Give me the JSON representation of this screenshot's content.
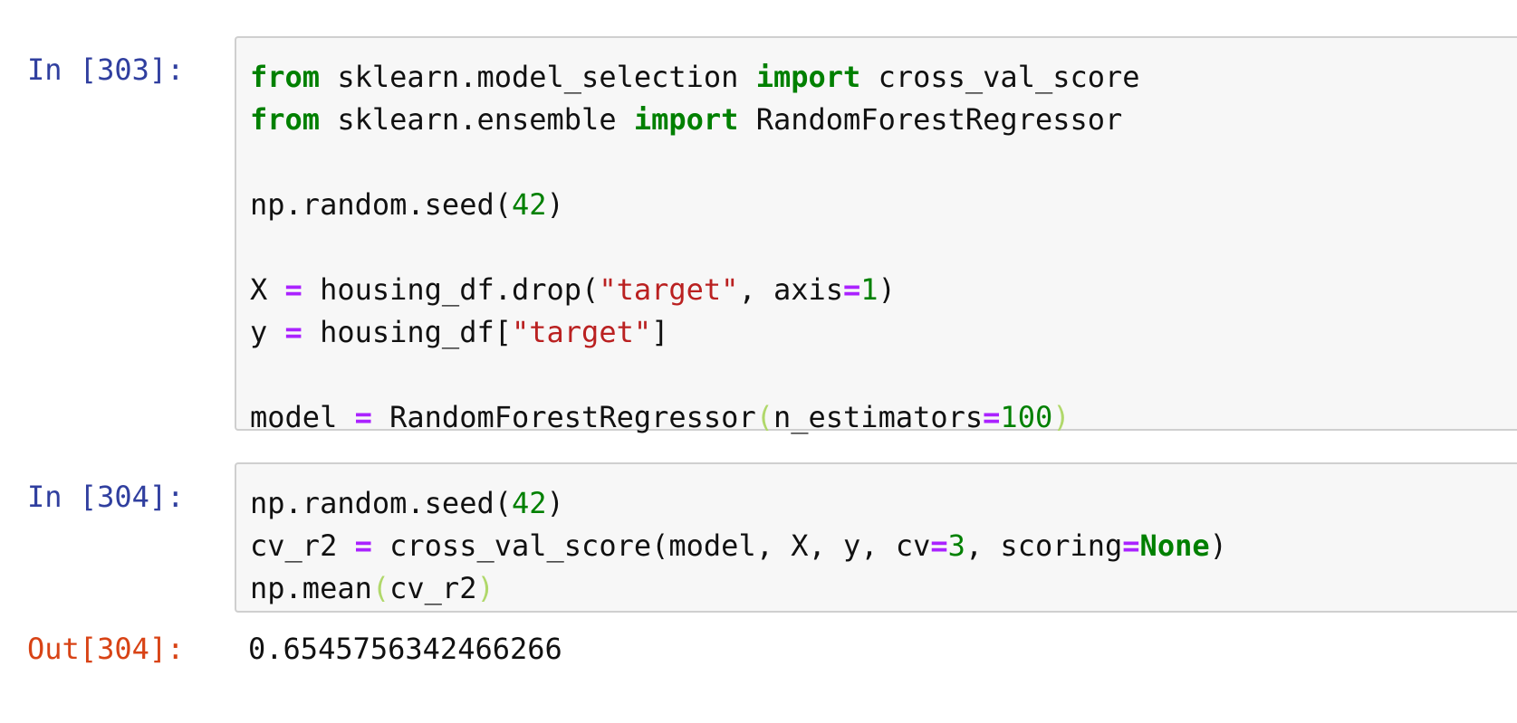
{
  "cells": [
    {
      "prompt": "In [303]:",
      "lines": [
        [
          {
            "t": "from",
            "k": "kw"
          },
          {
            "t": " sklearn.model_selection "
          },
          {
            "t": "import",
            "k": "kw"
          },
          {
            "t": " cross_val_score"
          }
        ],
        [
          {
            "t": "from",
            "k": "kw"
          },
          {
            "t": " sklearn.ensemble "
          },
          {
            "t": "import",
            "k": "kw"
          },
          {
            "t": " RandomForestRegressor"
          }
        ],
        [],
        [
          {
            "t": "np.random.seed("
          },
          {
            "t": "42",
            "k": "num"
          },
          {
            "t": ")"
          }
        ],
        [],
        [
          {
            "t": "X "
          },
          {
            "t": "=",
            "k": "op"
          },
          {
            "t": " housing_df.drop("
          },
          {
            "t": "\"target\"",
            "k": "str"
          },
          {
            "t": ", axis"
          },
          {
            "t": "=",
            "k": "op"
          },
          {
            "t": "1",
            "k": "num"
          },
          {
            "t": ")"
          }
        ],
        [
          {
            "t": "y "
          },
          {
            "t": "=",
            "k": "op"
          },
          {
            "t": " housing_df["
          },
          {
            "t": "\"target\"",
            "k": "str"
          },
          {
            "t": "]"
          }
        ],
        [],
        [
          {
            "t": "model "
          },
          {
            "t": "=",
            "k": "op"
          },
          {
            "t": " RandomForestRegressor"
          },
          {
            "t": "(",
            "k": "par"
          },
          {
            "t": "n_estimators"
          },
          {
            "t": "=",
            "k": "op"
          },
          {
            "t": "100",
            "k": "num"
          },
          {
            "t": ")",
            "k": "par"
          }
        ]
      ]
    },
    {
      "prompt": "In [304]:",
      "lines": [
        [
          {
            "t": "np.random.seed("
          },
          {
            "t": "42",
            "k": "num"
          },
          {
            "t": ")"
          }
        ],
        [
          {
            "t": "cv_r2 "
          },
          {
            "t": "=",
            "k": "op"
          },
          {
            "t": " cross_val_score(model, X, y, cv"
          },
          {
            "t": "=",
            "k": "op"
          },
          {
            "t": "3",
            "k": "num"
          },
          {
            "t": ", scoring"
          },
          {
            "t": "=",
            "k": "op"
          },
          {
            "t": "None",
            "k": "kw"
          },
          {
            "t": ")"
          }
        ],
        [
          {
            "t": "np.mean"
          },
          {
            "t": "(",
            "k": "par"
          },
          {
            "t": "cv_r2"
          },
          {
            "t": ")",
            "k": "par"
          }
        ]
      ]
    }
  ],
  "output": {
    "prompt": "Out[304]:",
    "value": "0.6545756342466266"
  }
}
